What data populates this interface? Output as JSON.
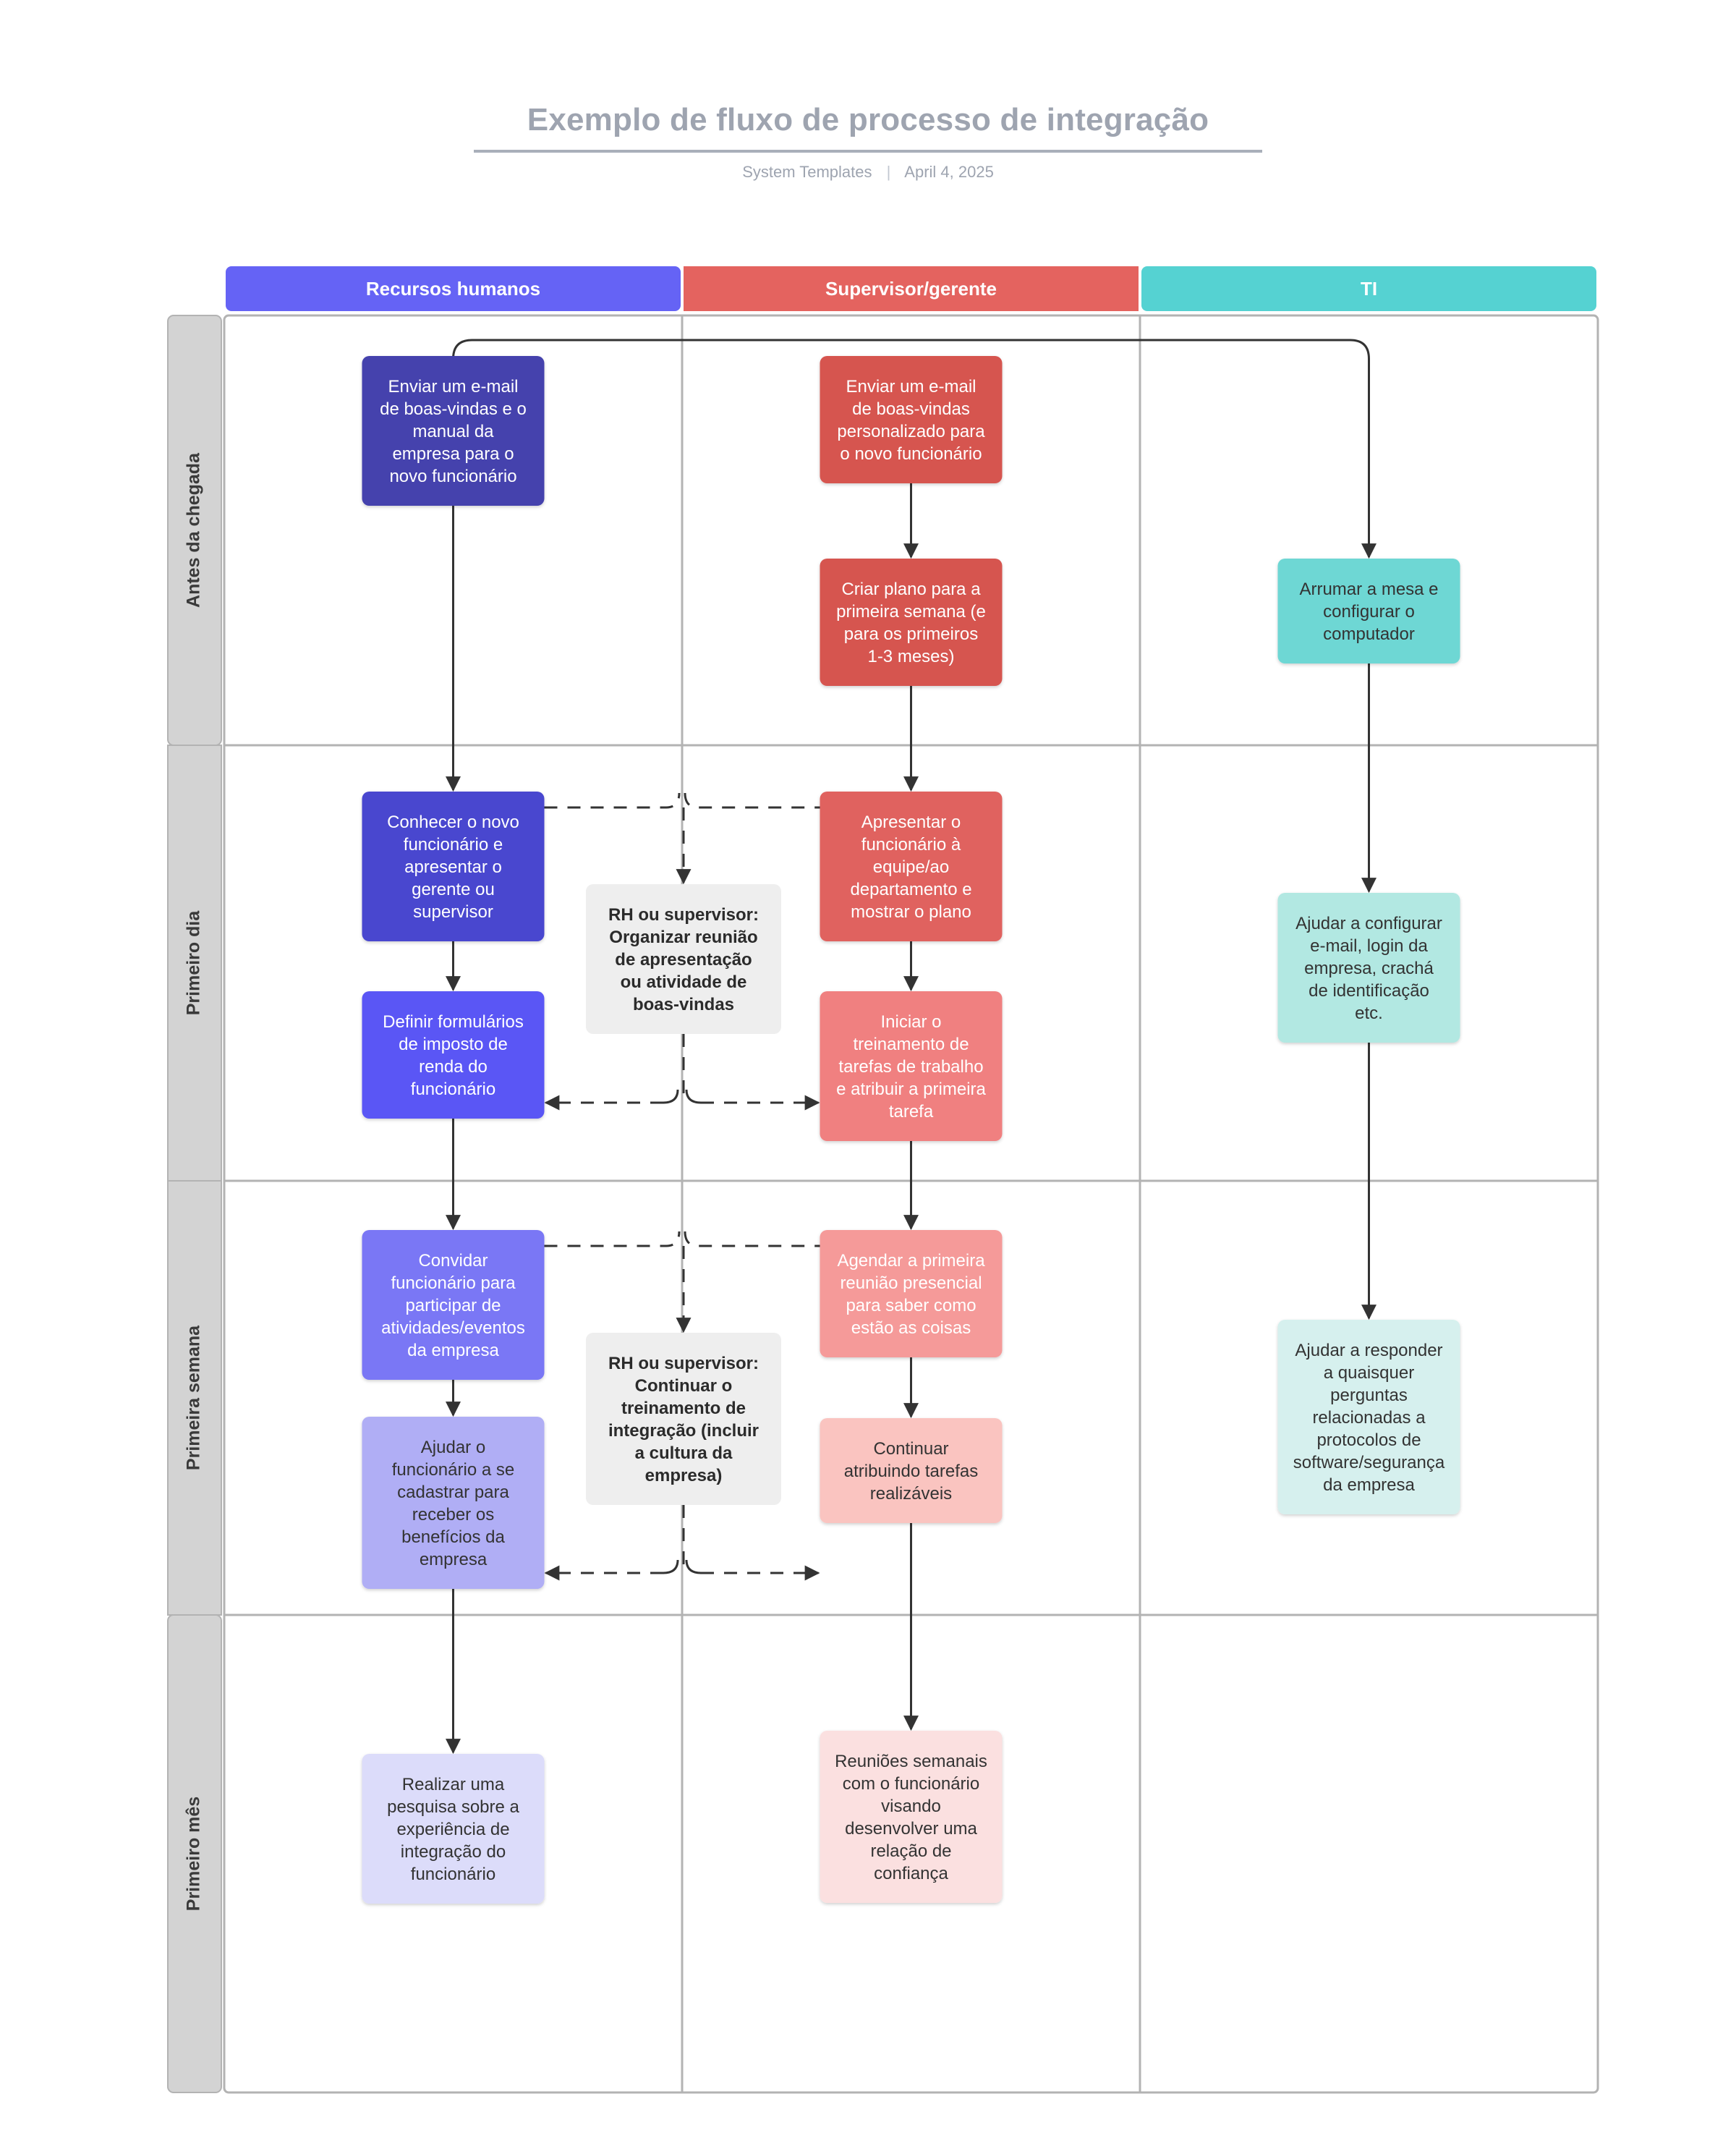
{
  "document": {
    "title": "Exemplo de fluxo de processo de integração",
    "author": "System Templates",
    "separator": "|",
    "date": "April 4, 2025"
  },
  "colors": {
    "lane_hr": "#6563f5",
    "lane_manager": "#e4635f",
    "lane_it": "#55d2d2",
    "row_header_bg": "#d3d3d3",
    "grid_line": "#b3b3b3",
    "connector": "#333333",
    "note_bg": "#eeeeee"
  },
  "lanes": [
    {
      "id": "hr",
      "label": "Recursos humanos",
      "color": "#6563f5"
    },
    {
      "id": "manager",
      "label": "Supervisor/gerente",
      "color": "#e4635f"
    },
    {
      "id": "it",
      "label": "TI",
      "color": "#55d2d2"
    }
  ],
  "phases": [
    {
      "id": "before",
      "label": "Antes da chegada"
    },
    {
      "id": "day1",
      "label": "Primeiro dia"
    },
    {
      "id": "week1",
      "label": "Primeira semana"
    },
    {
      "id": "month1",
      "label": "Primeiro mês"
    }
  ],
  "nodes": [
    {
      "id": "n1",
      "lane": "hr",
      "phase": "before",
      "fill": "#4543ad",
      "text_color": "light",
      "lines": [
        "Enviar um e-mail",
        "de boas-vindas e o",
        "manual da",
        "empresa para o",
        "novo funcionário"
      ]
    },
    {
      "id": "n2",
      "lane": "manager",
      "phase": "before",
      "fill": "#d6544f",
      "text_color": "light",
      "lines": [
        "Enviar um e-mail",
        "de boas-vindas",
        "personalizado para",
        "o novo funcionário"
      ]
    },
    {
      "id": "n3",
      "lane": "manager",
      "phase": "before",
      "fill": "#d6544f",
      "text_color": "light",
      "lines": [
        "Criar plano para a",
        "primeira semana (e",
        "para os primeiros",
        "1-3 meses)"
      ]
    },
    {
      "id": "n4",
      "lane": "it",
      "phase": "before",
      "fill": "#6ed7d4",
      "text_color": "dark",
      "lines": [
        "Arrumar a mesa e",
        "configurar o",
        "computador"
      ]
    },
    {
      "id": "n5",
      "lane": "hr",
      "phase": "day1",
      "fill": "#4a47cf",
      "text_color": "light",
      "lines": [
        "Conhecer o novo",
        "funcionário e",
        "apresentar o",
        "gerente ou",
        "supervisor"
      ]
    },
    {
      "id": "n6",
      "lane": "hr",
      "phase": "day1",
      "fill": "#5a57f5",
      "text_color": "light",
      "lines": [
        "Definir formulários",
        "de imposto de",
        "renda do",
        "funcionário"
      ]
    },
    {
      "id": "n7",
      "lane": "manager",
      "phase": "day1",
      "fill": "#e0625f",
      "text_color": "light",
      "lines": [
        "Apresentar o",
        "funcionário à",
        "equipe/ao",
        "departamento e",
        "mostrar o plano"
      ]
    },
    {
      "id": "n8",
      "lane": "manager",
      "phase": "day1",
      "fill": "#f08080",
      "text_color": "light",
      "lines": [
        "Iniciar o",
        "treinamento de",
        "tarefas de trabalho",
        "e atribuir a primeira",
        "tarefa"
      ]
    },
    {
      "id": "n9",
      "lane": "it",
      "phase": "day1",
      "fill": "#b2e8e2",
      "text_color": "dark",
      "lines": [
        "Ajudar a configurar",
        "e-mail, login da",
        "empresa, crachá",
        "de identificação",
        "etc."
      ]
    },
    {
      "id": "n10",
      "lane": "hr",
      "phase": "week1",
      "fill": "#7a77f5",
      "text_color": "light",
      "lines": [
        "Convidar",
        "funcionário para",
        "participar de",
        "atividades/eventos",
        "da empresa"
      ]
    },
    {
      "id": "n11",
      "lane": "hr",
      "phase": "week1",
      "fill": "#b0aef5",
      "text_color": "dark",
      "lines": [
        "Ajudar o",
        "funcionário a se",
        "cadastrar para",
        "receber os",
        "benefícios da",
        "empresa"
      ]
    },
    {
      "id": "n12",
      "lane": "manager",
      "phase": "week1",
      "fill": "#f59a99",
      "text_color": "light",
      "lines": [
        "Agendar a primeira",
        "reunião presencial",
        "para saber como",
        "estão as coisas"
      ]
    },
    {
      "id": "n13",
      "lane": "manager",
      "phase": "week1",
      "fill": "#fac4c0",
      "text_color": "dark",
      "lines": [
        "Continuar",
        "atribuindo tarefas",
        "realizáveis"
      ]
    },
    {
      "id": "n14",
      "lane": "it",
      "phase": "week1",
      "fill": "#d6f0ee",
      "text_color": "dark",
      "lines": [
        "Ajudar a responder",
        "a quaisquer",
        "perguntas",
        "relacionadas a",
        "protocolos de",
        "software/segurança",
        "da empresa"
      ]
    },
    {
      "id": "n15",
      "lane": "hr",
      "phase": "month1",
      "fill": "#dcdcfa",
      "text_color": "dark",
      "lines": [
        "Realizar uma",
        "pesquisa sobre a",
        "experiência de",
        "integração do",
        "funcionário"
      ]
    },
    {
      "id": "n16",
      "lane": "manager",
      "phase": "month1",
      "fill": "#fbe0e0",
      "text_color": "dark",
      "lines": [
        "Reuniões semanais",
        "com o funcionário",
        "visando",
        "desenvolver uma",
        "relação de",
        "confiança"
      ]
    }
  ],
  "notes": [
    {
      "id": "note1",
      "phase": "day1",
      "lines": [
        "RH ou supervisor:",
        "Organizar reunião",
        "de apresentação",
        "ou atividade de",
        "boas-vindas"
      ]
    },
    {
      "id": "note2",
      "phase": "week1",
      "lines": [
        "RH ou supervisor:",
        "Continuar o",
        "treinamento de",
        "integração (incluir",
        "a cultura da",
        "empresa)"
      ]
    }
  ]
}
